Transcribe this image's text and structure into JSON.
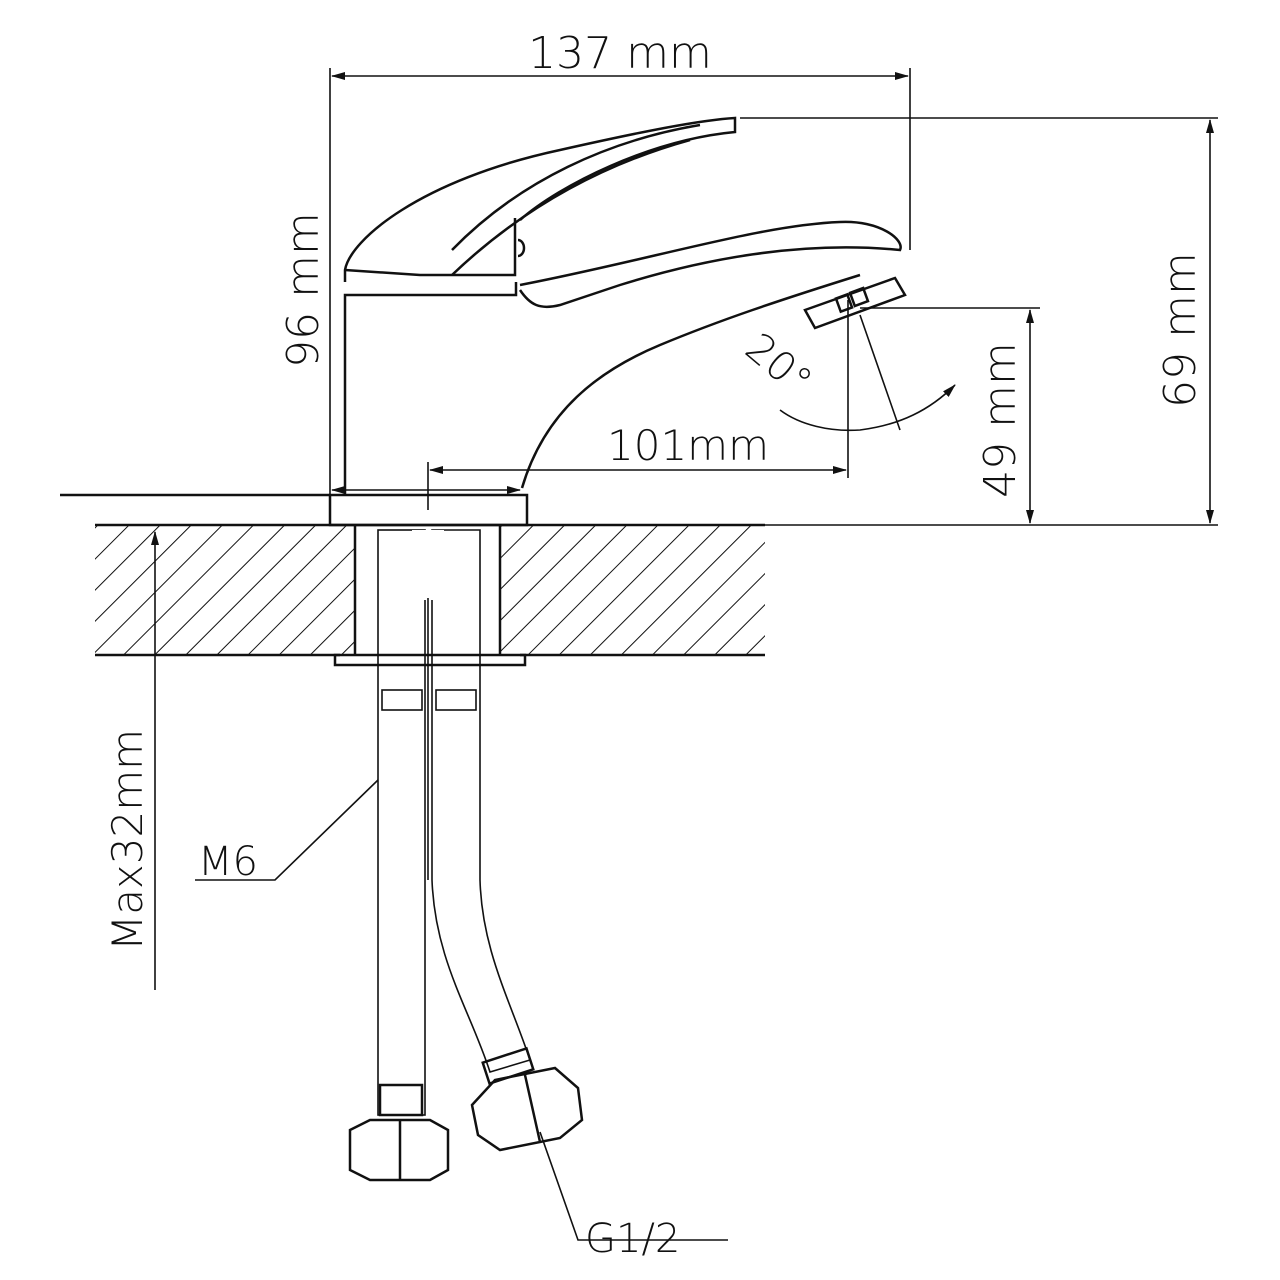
{
  "drawing": {
    "title": "Basin mixer faucet dimensions",
    "dimensions": {
      "overall_length": "137 mm",
      "body_height": "96 mm",
      "spout_top_height": "69 mm",
      "spout_outlet_height": "49 mm",
      "spout_reach": "101mm",
      "outlet_angle": "20°",
      "max_counter_thickness": "Max32mm"
    },
    "callouts": {
      "stud_thread": "M6",
      "hose_connection": "G1/2"
    },
    "colors": {
      "line": "#111111",
      "background": "#ffffff"
    }
  }
}
